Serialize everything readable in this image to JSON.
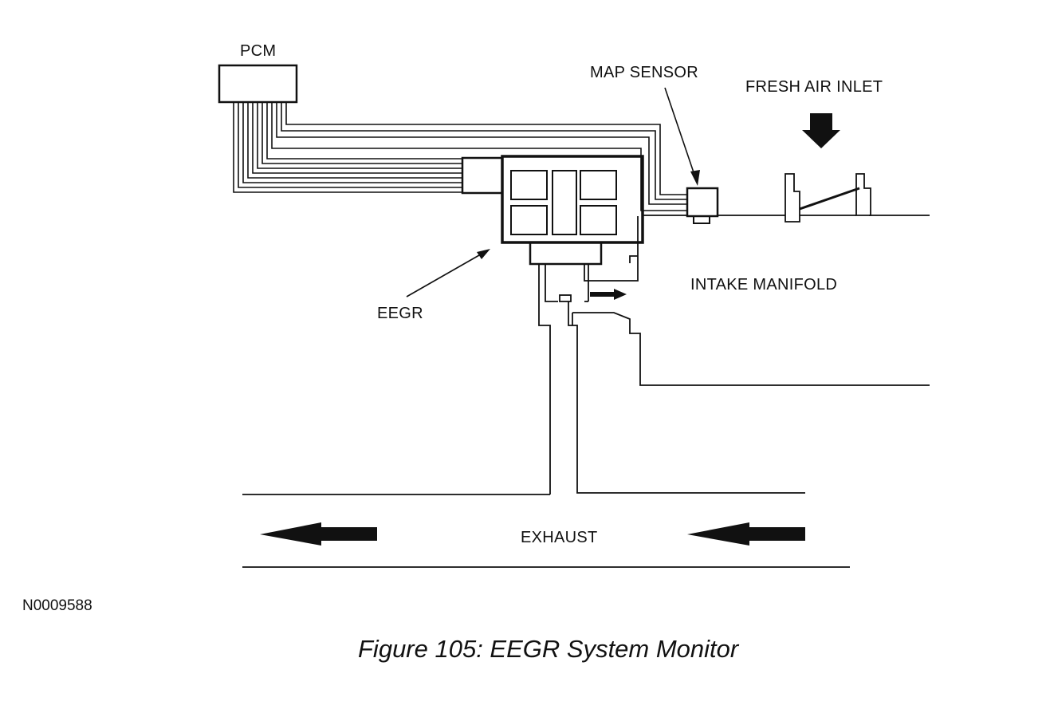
{
  "labels": {
    "pcm": "PCM",
    "map_sensor": "MAP SENSOR",
    "fresh_air_inlet": "FRESH AIR INLET",
    "intake_manifold": "INTAKE MANIFOLD",
    "eegr": "EEGR",
    "exhaust": "EXHAUST"
  },
  "reference_id": "N0009588",
  "caption": "Figure 105: EEGR System Monitor"
}
